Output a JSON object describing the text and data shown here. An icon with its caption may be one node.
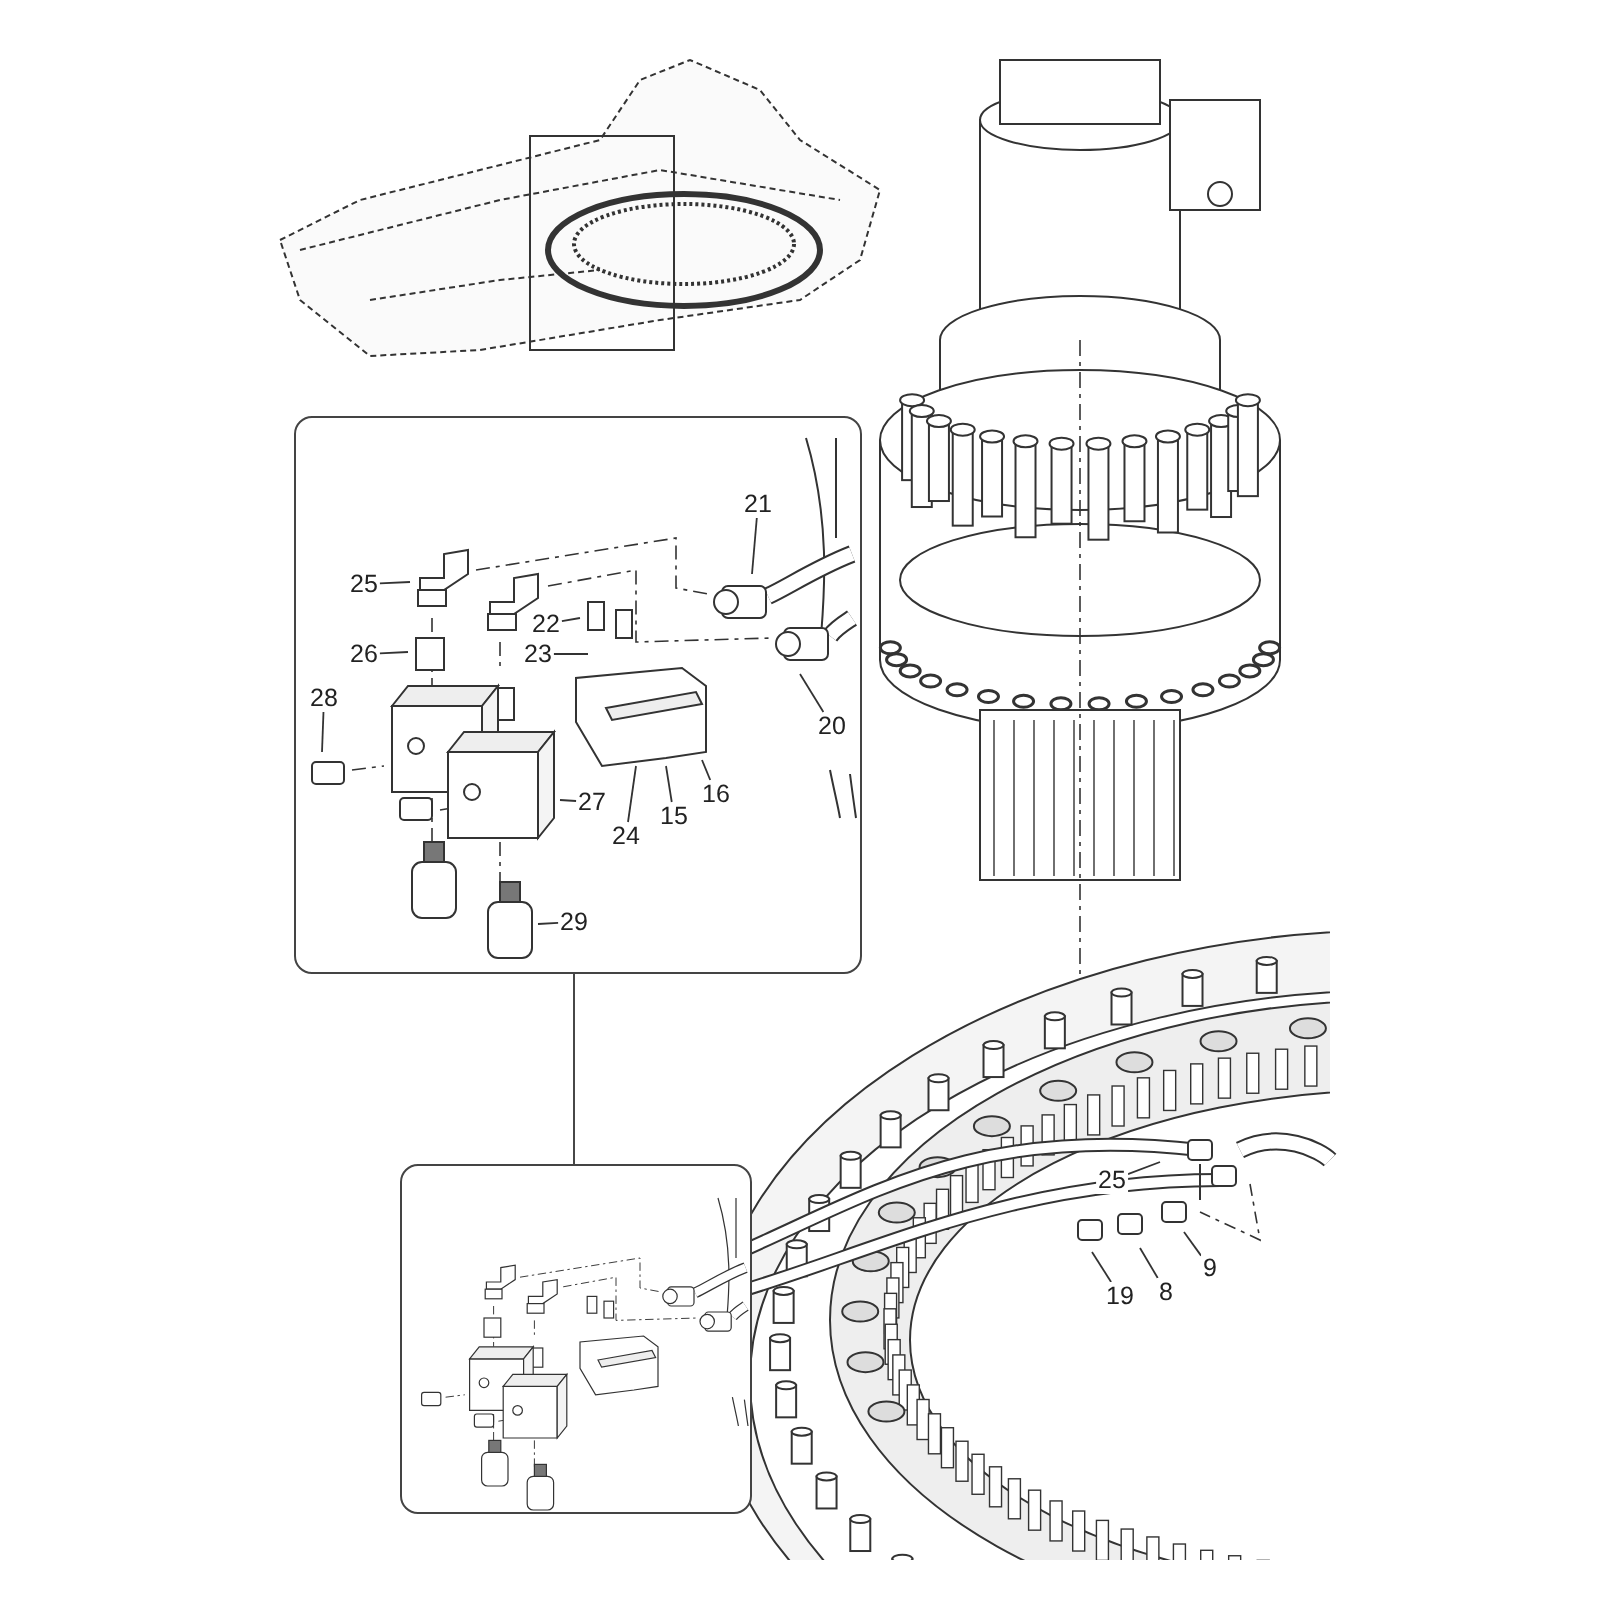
{
  "diagram": {
    "nodes": [
      {
        "text": [],
        "shape": "box"
      },
      {
        "text": [
          "21"
        ],
        "in": 0
      },
      {
        "text": [
          "25"
        ],
        "in": 0
      },
      {
        "text": [
          "22"
        ],
        "in": 0
      },
      {
        "text": [
          "23"
        ],
        "in": 0
      },
      {
        "text": [
          "26"
        ],
        "in": 0
      },
      {
        "text": [
          "28"
        ],
        "in": 0
      },
      {
        "text": [
          "20"
        ],
        "in": 0
      },
      {
        "text": [
          "16"
        ],
        "in": 0
      },
      {
        "text": [
          "27"
        ],
        "in": 0
      },
      {
        "text": [
          "15"
        ],
        "in": 0
      },
      {
        "text": [
          "24"
        ],
        "in": 0
      },
      {
        "text": [
          "29"
        ],
        "in": 0
      },
      {
        "text": [],
        "shape": "box"
      },
      {
        "text": [
          "25"
        ]
      },
      {
        "text": [
          "9"
        ]
      },
      {
        "text": [
          "8"
        ]
      },
      {
        "text": [
          "19"
        ]
      }
    ],
    "edges": [
      {
        "from": 0,
        "to": 13,
        "arrow": "none"
      },
      {
        "from": 1,
        "to": null,
        "arrow": "none"
      },
      {
        "from": 2,
        "to": null,
        "arrow": "none"
      },
      {
        "from": 3,
        "to": null,
        "arrow": "none"
      },
      {
        "from": 4,
        "to": null,
        "arrow": "none"
      },
      {
        "from": 5,
        "to": null,
        "arrow": "none"
      },
      {
        "from": 6,
        "to": null,
        "arrow": "none"
      },
      {
        "from": 7,
        "to": null,
        "arrow": "none"
      },
      {
        "from": 8,
        "to": null,
        "arrow": "none"
      },
      {
        "from": 9,
        "to": null,
        "arrow": "none"
      },
      {
        "from": 10,
        "to": null,
        "arrow": "none"
      },
      {
        "from": 11,
        "to": null,
        "arrow": "none"
      },
      {
        "from": 12,
        "to": null,
        "arrow": "none"
      },
      {
        "from": 14,
        "to": null,
        "arrow": "none"
      },
      {
        "from": 15,
        "to": null,
        "arrow": "none"
      },
      {
        "from": 16,
        "to": null,
        "arrow": "none"
      },
      {
        "from": 17,
        "to": null,
        "arrow": "none"
      }
    ]
  }
}
